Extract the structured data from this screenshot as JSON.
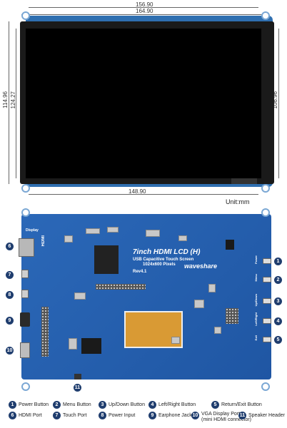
{
  "dimensions": {
    "top_inner": "156.90",
    "top_outer": "164.90",
    "left_inner": "114.96",
    "left_outer": "124.27",
    "right": "106.96",
    "bottom": "148.90",
    "unit": "Unit:mm"
  },
  "board": {
    "title": "7inch HDMI LCD (H)",
    "subtitle1": "USB Capacitive Touch Screen",
    "subtitle2": "1024x600 Pixels",
    "rev": "Rev4.1",
    "brand": "waveshare",
    "label_display": "Display",
    "label_hdmi": "HDMI",
    "right_labels": [
      "Power",
      "Menu",
      "Up/Down",
      "Left/Right",
      "Exit"
    ]
  },
  "callouts": [
    "1",
    "2",
    "3",
    "4",
    "5",
    "6",
    "7",
    "8",
    "9",
    "10",
    "11"
  ],
  "legend": [
    {
      "num": "1",
      "label": "Power Button"
    },
    {
      "num": "2",
      "label": "Menu Button"
    },
    {
      "num": "3",
      "label": "Up/Down Button"
    },
    {
      "num": "4",
      "label": "Left/Right Button"
    },
    {
      "num": "5",
      "label": "Return/Exit Button"
    },
    {
      "num": "6",
      "label": "HDMI Port"
    },
    {
      "num": "7",
      "label": "Touch Port"
    },
    {
      "num": "8",
      "label": "Power Input"
    },
    {
      "num": "9",
      "label": "Earphone Jack"
    },
    {
      "num": "10",
      "label": "VGA Display Port",
      "sub": "(mini HDMI connector)"
    },
    {
      "num": "11",
      "label": "Speaker Header"
    }
  ],
  "colors": {
    "pcb": "#2b68b8",
    "callout": "#1f3d6e",
    "screen": "#000000"
  }
}
